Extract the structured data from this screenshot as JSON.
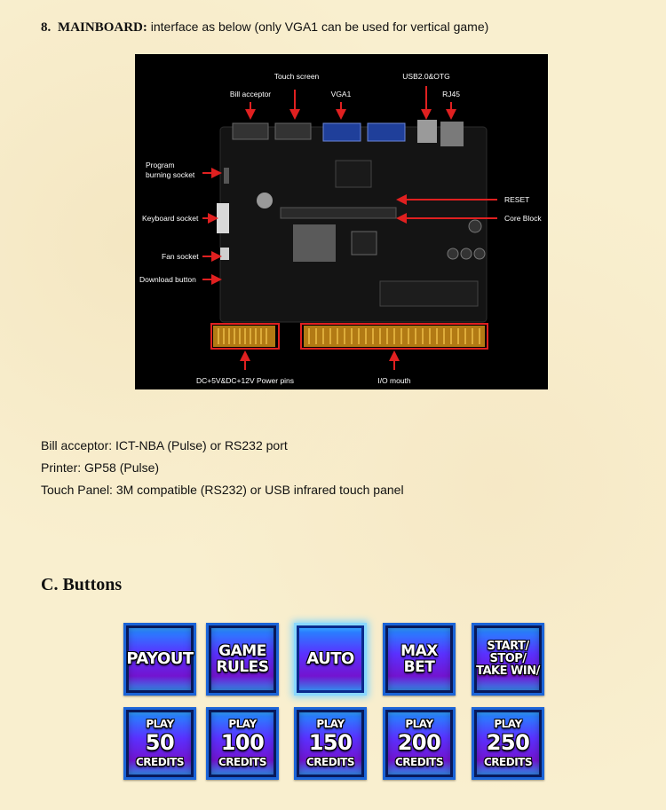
{
  "section8": {
    "number": "8.",
    "keyword": "MAINBOARD:",
    "text": "interface as below  (only VGA1 can be used for vertical game)"
  },
  "board_labels": {
    "touch_screen": "Touch screen",
    "usb": "USB2.0&OTG",
    "bill_acceptor": "Bill acceptor",
    "vga1": "VGA1",
    "rj45": "RJ45",
    "program_line1": "Program",
    "program_line2": "burning socket",
    "reset": "RESET",
    "keyboard": "Keyboard socket",
    "core_block": "Core Block",
    "fan": "Fan socket",
    "download": "Download button",
    "power": "DC+5V&DC+12V Power pins",
    "io": "I/O mouth"
  },
  "specs": [
    "Bill acceptor: ICT-NBA (Pulse) or RS232 port",
    "Printer: GP58 (Pulse)",
    "Touch Panel: 3M compatible (RS232) or USB infrared touch panel"
  ],
  "section_c": {
    "title": "C. Buttons"
  },
  "buttons_row1": [
    {
      "lines": [
        "PAYOUT"
      ]
    },
    {
      "lines": [
        "GAME",
        "RULES"
      ]
    },
    {
      "lines": [
        "AUTO"
      ]
    },
    {
      "lines": [
        "MAX",
        "BET"
      ]
    },
    {
      "lines": [
        "START/",
        "STOP/",
        "TAKE WIN/"
      ]
    }
  ],
  "buttons_row2": [
    {
      "top": "PLAY",
      "value": "50",
      "bottom": "CREDITS"
    },
    {
      "top": "PLAY",
      "value": "100",
      "bottom": "CREDITS"
    },
    {
      "top": "PLAY",
      "value": "150",
      "bottom": "CREDITS"
    },
    {
      "top": "PLAY",
      "value": "200",
      "bottom": "CREDITS"
    },
    {
      "top": "PLAY",
      "value": "250",
      "bottom": "CREDITS"
    }
  ],
  "colors": {
    "page_background": "#f9efcf",
    "board_background": "#000000",
    "annotation_red": "#e02020",
    "button_blue": "#2a7dff",
    "button_purple": "#7214d0"
  }
}
